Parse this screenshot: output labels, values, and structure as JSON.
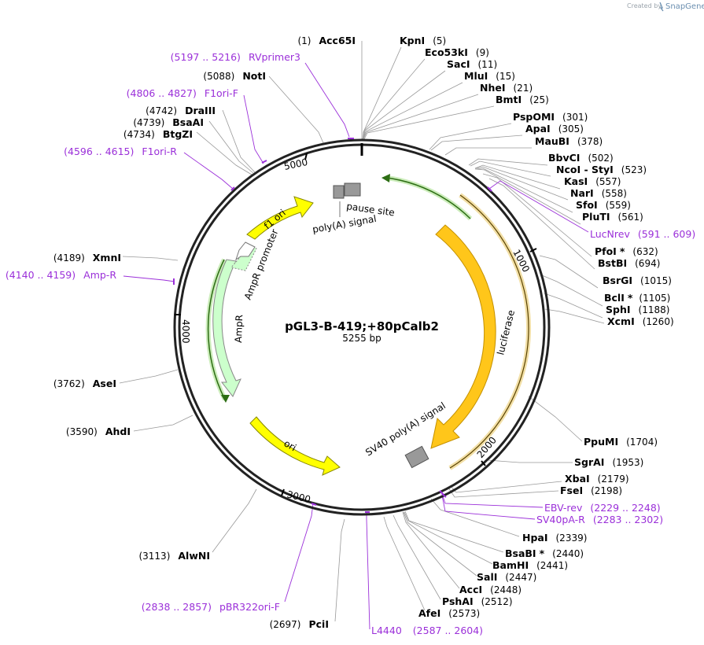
{
  "header": {
    "credit": "Created by",
    "brand": "SnapGene"
  },
  "plasmid": {
    "name": "pGL3-B-419;+80pCalb2",
    "length": "5255 bp"
  },
  "ticks": [
    "1000",
    "2000",
    "3000",
    "4000",
    "5000"
  ],
  "features": [
    {
      "name": "luciferase",
      "label": "luciferase"
    },
    {
      "name": "sv40-polya",
      "label": "SV40 poly(A) signal"
    },
    {
      "name": "ori",
      "label": "ori"
    },
    {
      "name": "ampr",
      "label": "AmpR"
    },
    {
      "name": "ampr-promoter",
      "label": "AmpR promoter"
    },
    {
      "name": "f1-ori",
      "label": "f1 ori"
    },
    {
      "name": "polya-signal",
      "label": "poly(A) signal"
    },
    {
      "name": "pause-site",
      "label": "pause site"
    },
    {
      "name": "green-arrow-top",
      "label": ""
    },
    {
      "name": "green-arrow-left",
      "label": ""
    }
  ],
  "sites": [
    {
      "name": "Acc65I",
      "pos": "(1)",
      "star": ""
    },
    {
      "name": "KpnI",
      "pos": "(5)",
      "star": ""
    },
    {
      "name": "Eco53kI",
      "pos": "(9)",
      "star": ""
    },
    {
      "name": "SacI",
      "pos": "(11)",
      "star": ""
    },
    {
      "name": "MluI",
      "pos": "(15)",
      "star": ""
    },
    {
      "name": "NheI",
      "pos": "(21)",
      "star": ""
    },
    {
      "name": "BmtI",
      "pos": "(25)",
      "star": ""
    },
    {
      "name": "PspOMI",
      "pos": "(301)",
      "star": ""
    },
    {
      "name": "ApaI",
      "pos": "(305)",
      "star": ""
    },
    {
      "name": "MauBI",
      "pos": "(378)",
      "star": ""
    },
    {
      "name": "BbvCI",
      "pos": "(502)",
      "star": ""
    },
    {
      "name": "NcoI - StyI",
      "pos": "(523)",
      "star": ""
    },
    {
      "name": "KasI",
      "pos": "(557)",
      "star": ""
    },
    {
      "name": "NarI",
      "pos": "(558)",
      "star": ""
    },
    {
      "name": "SfoI",
      "pos": "(559)",
      "star": ""
    },
    {
      "name": "PluTI",
      "pos": "(561)",
      "star": ""
    },
    {
      "name": "PfoI",
      "pos": "(632)",
      "star": "*"
    },
    {
      "name": "BstBI",
      "pos": "(694)",
      "star": ""
    },
    {
      "name": "BsrGI",
      "pos": "(1015)",
      "star": ""
    },
    {
      "name": "BclI",
      "pos": "(1105)",
      "star": "*"
    },
    {
      "name": "SphI",
      "pos": "(1188)",
      "star": ""
    },
    {
      "name": "XcmI",
      "pos": "(1260)",
      "star": ""
    },
    {
      "name": "PpuMI",
      "pos": "(1704)",
      "star": ""
    },
    {
      "name": "SgrAI",
      "pos": "(1953)",
      "star": ""
    },
    {
      "name": "XbaI",
      "pos": "(2179)",
      "star": ""
    },
    {
      "name": "FseI",
      "pos": "(2198)",
      "star": ""
    },
    {
      "name": "HpaI",
      "pos": "(2339)",
      "star": ""
    },
    {
      "name": "BsaBI",
      "pos": "(2440)",
      "star": "*"
    },
    {
      "name": "BamHI",
      "pos": "(2441)",
      "star": ""
    },
    {
      "name": "SalI",
      "pos": "(2447)",
      "star": ""
    },
    {
      "name": "AccI",
      "pos": "(2448)",
      "star": ""
    },
    {
      "name": "PshAI",
      "pos": "(2512)",
      "star": ""
    },
    {
      "name": "AfeI",
      "pos": "(2573)",
      "star": ""
    },
    {
      "name": "PciI",
      "pos": "(2697)",
      "star": ""
    },
    {
      "name": "AlwNI",
      "pos": "(3113)",
      "star": ""
    },
    {
      "name": "AhdI",
      "pos": "(3590)",
      "star": ""
    },
    {
      "name": "AseI",
      "pos": "(3762)",
      "star": ""
    },
    {
      "name": "XmnI",
      "pos": "(4189)",
      "star": ""
    },
    {
      "name": "BtgZI",
      "pos": "(4734)",
      "star": ""
    },
    {
      "name": "BsaAI",
      "pos": "(4739)",
      "star": ""
    },
    {
      "name": "DraIII",
      "pos": "(4742)",
      "star": ""
    },
    {
      "name": "NotI",
      "pos": "(5088)",
      "star": ""
    }
  ],
  "primers": [
    {
      "name": "RVprimer3",
      "range": "(5197 .. 5216)"
    },
    {
      "name": "F1ori-F",
      "range": "(4806 .. 4827)"
    },
    {
      "name": "F1ori-R",
      "range": "(4596 .. 4615)"
    },
    {
      "name": "Amp-R",
      "range": "(4140 .. 4159)"
    },
    {
      "name": "LucNrev",
      "range": "(591 .. 609)"
    },
    {
      "name": "EBV-rev",
      "range": "(2229 .. 2248)"
    },
    {
      "name": "SV40pA-R",
      "range": "(2283 .. 2302)"
    },
    {
      "name": "pBR322ori-F",
      "range": "(2838 .. 2857)"
    },
    {
      "name": "L4440",
      "range": "(2587 .. 2604)"
    }
  ],
  "colors": {
    "luciferase": "#ffc61a",
    "sv40": "#999999",
    "ori": "#ffff00",
    "ampr": "#ccffcc",
    "primer": "#9b30d9",
    "backbone": "#222222"
  }
}
